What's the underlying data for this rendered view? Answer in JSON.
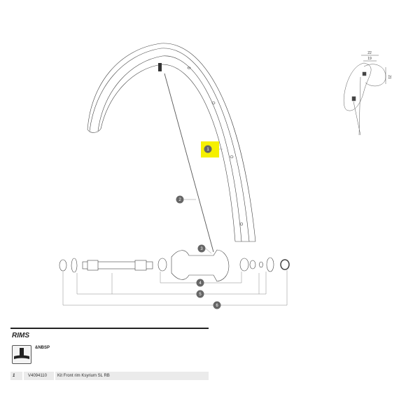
{
  "diagram": {
    "callouts": [
      "1",
      "2",
      "3",
      "4",
      "5",
      "6"
    ],
    "highlighted_callout": "1",
    "highlight_color": "#f5f000",
    "callout_color": "#666666",
    "detail_dimensions": [
      "22",
      "19",
      "21"
    ]
  },
  "section": {
    "title": "RIMS",
    "tool_label": "&NBSP"
  },
  "parts": [
    {
      "ref": "1",
      "code": "V4094110",
      "description": "Kit Front rim Ksyrium SL RB"
    }
  ]
}
